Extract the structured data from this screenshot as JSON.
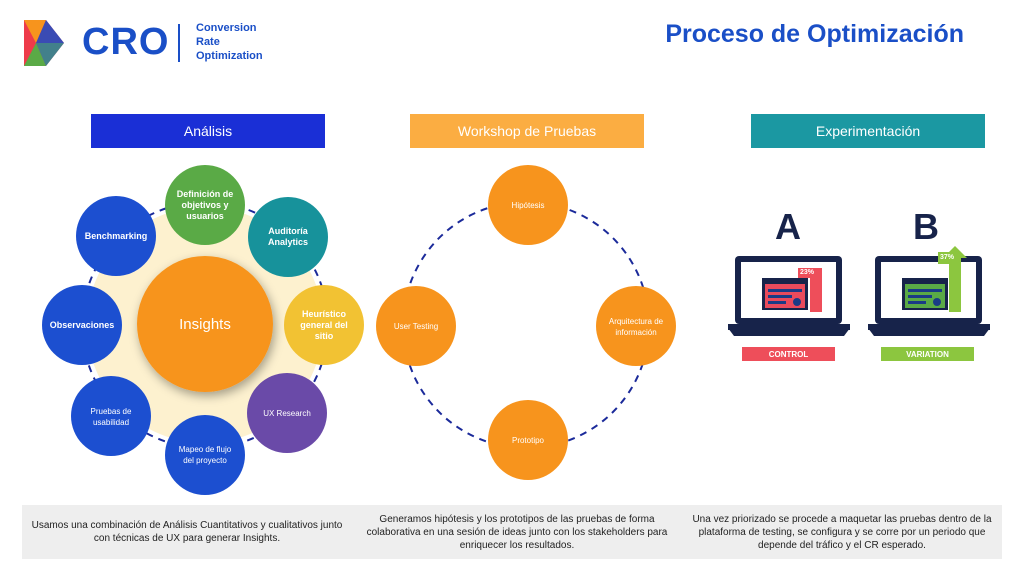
{
  "header": {
    "logo_text": "CRO",
    "logo_sub": [
      "Conversion",
      "Rate",
      "Optimization"
    ],
    "title": "Proceso de Optimización"
  },
  "sections": {
    "analisis": "Análisis",
    "workshop": "Workshop de Pruebas",
    "experimentacion": "Experimentación"
  },
  "analisis_nodes": {
    "center": "Insights",
    "definicion": "Definición de objetivos y usuarios",
    "auditoria": "Auditoría Analytics",
    "heuristico": "Heurístico general del sitio",
    "ux_research": "UX Research",
    "mapeo": "Mapeo de flujo del proyecto",
    "pruebas": "Pruebas de usabilidad",
    "observaciones": "Observaciones",
    "benchmarking": "Benchmarking"
  },
  "workshop_nodes": {
    "hipotesis": "Hipótesis",
    "arquitectura": "Arquitectura de información",
    "prototipo": "Prototipo",
    "user_testing": "User Testing"
  },
  "experiment": {
    "a_letter": "A",
    "b_letter": "B",
    "a_pct": "23%",
    "b_pct": "37%",
    "control_label": "CONTROL",
    "variation_label": "VARIATION"
  },
  "descriptions": {
    "analisis": "Usamos una combinación de Análisis Cuantitativos y cualitativos junto con técnicas de UX para generar Insights.",
    "workshop": "Generamos hipótesis y los prototipos de las pruebas de forma colaborativa en una sesión de ideas junto con los stakeholders para enriquecer los resultados.",
    "experimentacion": "Una vez priorizado se procede a maquetar las pruebas dentro de la plataforma de testing, se configura y se corre por un periodo que depende del tráfico y el CR esperado."
  },
  "colors": {
    "brand_blue": "#1a4fc7",
    "analisis_header": "#1a2fd6",
    "workshop_header": "#fbad42",
    "experiment_header": "#1b98a2",
    "orange": "#f7941d",
    "green": "#5aaa46",
    "teal": "#17929b",
    "yellow": "#f2c233",
    "purple": "#6a4aa8",
    "dark_blue": "#1c4fd0",
    "control_red": "#ee4e5a",
    "variation_green": "#8cc63f"
  }
}
